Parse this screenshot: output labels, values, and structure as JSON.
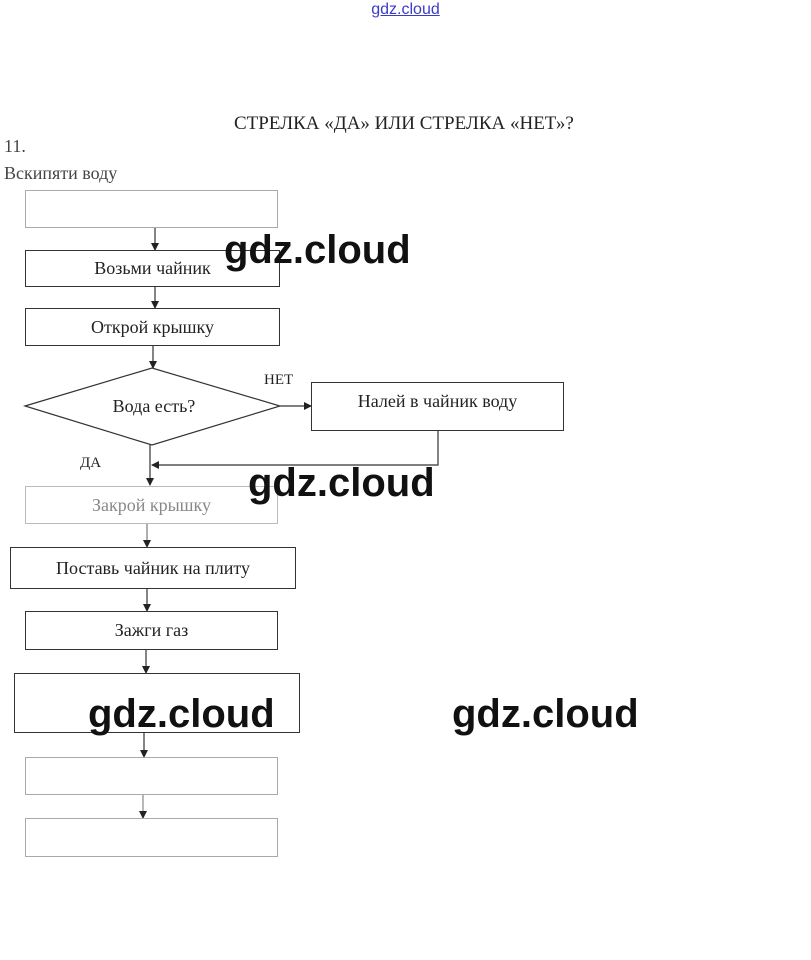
{
  "watermark_top": "gdz.cloud",
  "watermark": "gdz.cloud",
  "title": "СТРЕЛКА «ДА» ИЛИ СТРЕЛКА «НЕТ»?",
  "task_number": "11.",
  "task_title": "Вскипяти воду",
  "steps": {
    "take_kettle": "Возьми чайник",
    "open_lid": "Открой крышку",
    "condition": "Вода есть?",
    "pour_water": "Налей в чайник воду",
    "close_lid": "Закрой крышку",
    "put_on_stove": "Поставь чайник на плиту",
    "light_gas": "Зажги газ"
  },
  "labels": {
    "no": "НЕТ",
    "yes": "ДА"
  }
}
